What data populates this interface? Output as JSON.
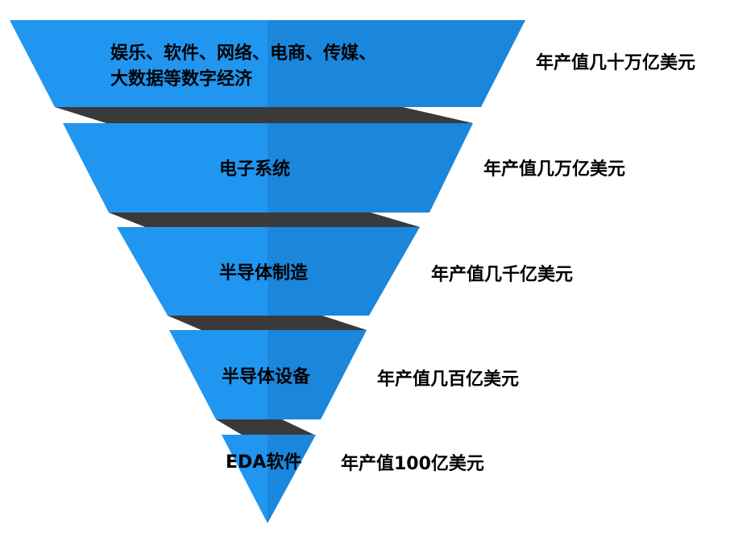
{
  "colors": {
    "left": "#2196f0",
    "right": "#1a86dc",
    "shadow": "#3a3a3a"
  },
  "levels": [
    {
      "label_line1": "娱乐、软件、网络、电商、传媒、",
      "label_line2": "大数据等数字经济",
      "value": "年产值几十万亿美元"
    },
    {
      "label": "电子系统",
      "value": "年产值几万亿美元"
    },
    {
      "label": "半导体制造",
      "value": "年产值几千亿美元"
    },
    {
      "label": "半导体设备",
      "value": "年产值几百亿美元"
    },
    {
      "label": "EDA软件",
      "value": "年产值100亿美元"
    }
  ]
}
